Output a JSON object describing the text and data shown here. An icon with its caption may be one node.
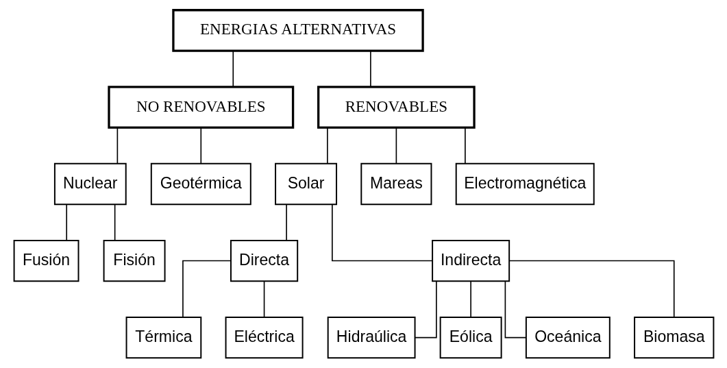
{
  "diagram": {
    "nodes": [
      {
        "text": [
          "ENERGIAS ALTERNATIVAS"
        ]
      },
      {
        "text": [
          "NO RENOVABLES"
        ]
      },
      {
        "text": [
          "RENOVABLES"
        ]
      },
      {
        "text": [
          "Nuclear"
        ]
      },
      {
        "text": [
          "Geotérmica"
        ]
      },
      {
        "text": [
          "Solar"
        ]
      },
      {
        "text": [
          "Mareas"
        ]
      },
      {
        "text": [
          "Electromagnética"
        ]
      },
      {
        "text": [
          "Fusión"
        ]
      },
      {
        "text": [
          "Fisión"
        ]
      },
      {
        "text": [
          "Directa"
        ]
      },
      {
        "text": [
          "Indirecta"
        ]
      },
      {
        "text": [
          "Térmica"
        ]
      },
      {
        "text": [
          "Eléctrica"
        ]
      },
      {
        "text": [
          "Hidraúlica"
        ]
      },
      {
        "text": [
          "Eólica"
        ]
      },
      {
        "text": [
          "Oceánica"
        ]
      },
      {
        "text": [
          "Biomasa"
        ]
      }
    ],
    "edges": [
      {
        "from": 0,
        "to": 1,
        "arrow": "none"
      },
      {
        "from": 0,
        "to": 2,
        "arrow": "none"
      },
      {
        "from": 1,
        "to": 3,
        "arrow": "none"
      },
      {
        "from": 1,
        "to": 4,
        "arrow": "none"
      },
      {
        "from": 2,
        "to": 5,
        "arrow": "none"
      },
      {
        "from": 2,
        "to": 6,
        "arrow": "none"
      },
      {
        "from": 2,
        "to": 7,
        "arrow": "none"
      },
      {
        "from": 3,
        "to": 8,
        "arrow": "none"
      },
      {
        "from": 3,
        "to": 9,
        "arrow": "none"
      },
      {
        "from": 5,
        "to": 10,
        "arrow": "none"
      },
      {
        "from": 5,
        "to": 11,
        "arrow": "none"
      },
      {
        "from": 10,
        "to": 12,
        "arrow": "none"
      },
      {
        "from": 10,
        "to": 13,
        "arrow": "none"
      },
      {
        "from": 11,
        "to": 14,
        "arrow": "none"
      },
      {
        "from": 11,
        "to": 15,
        "arrow": "none"
      },
      {
        "from": 11,
        "to": 16,
        "arrow": "none"
      },
      {
        "from": 11,
        "to": 17,
        "arrow": "none"
      }
    ]
  }
}
